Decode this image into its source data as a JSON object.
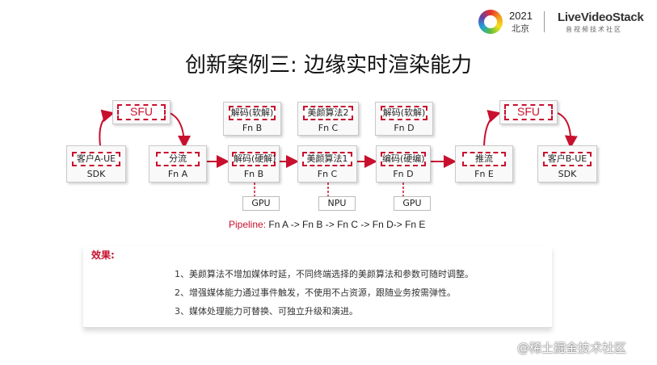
{
  "header": {
    "year": "2021",
    "city": "北京",
    "brand": "LiveVideoStack",
    "brand_sub": "音视频技术社区"
  },
  "title": "创新案例三: 边缘实时渲染能力",
  "nodes": {
    "sfu_left": "SFU",
    "sfu_right": "SFU",
    "client_a": {
      "label": "客户A-UE",
      "fn": "SDK"
    },
    "split": {
      "label": "分流",
      "fn": "Fn A"
    },
    "decode_hw": {
      "label": "解码(硬解)",
      "fn": "Fn B"
    },
    "decode_sw": {
      "label": "解码(软解)",
      "fn": "Fn B"
    },
    "beauty1": {
      "label": "美颜算法1",
      "fn": "Fn C"
    },
    "beauty2": {
      "label": "美颜算法2",
      "fn": "Fn C"
    },
    "encode_hw": {
      "label": "编码(硬编)",
      "fn": "Fn D"
    },
    "decode_sw2": {
      "label": "解码(软解)",
      "fn": "Fn D"
    },
    "push": {
      "label": "推流",
      "fn": "Fn E"
    },
    "client_b": {
      "label": "客户B-UE",
      "fn": "SDK"
    },
    "gpu1": "GPU",
    "npu": "NPU",
    "gpu2": "GPU"
  },
  "pipeline": {
    "label": "Pipeline:",
    "text": " Fn A -> Fn B -> Fn C -> Fn D-> Fn E"
  },
  "effects": {
    "title": "效果:",
    "items": [
      "1、美颜算法不增加媒体时延，不同终端选择的美颜算法和参数可随时调整。",
      "2、增强媒体能力通过事件触发，不使用不占资源，跟随业务按需弹性。",
      "3、媒体处理能力可替换、可独立升级和演进。"
    ]
  },
  "watermark": "@稀土掘金技术社区",
  "colors": {
    "accent": "#c8102e",
    "text": "#222222"
  }
}
